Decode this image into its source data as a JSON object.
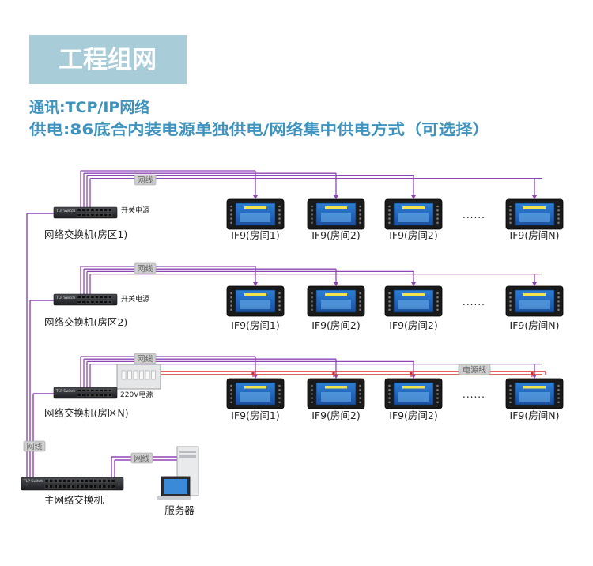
{
  "header": {
    "title": "工程组网",
    "line_comm": "通讯:TCP/IP网络",
    "line_power": "供电:86底合内装电源单独供电/网络集中供电方式（可选择）"
  },
  "labels": {
    "cable": "网线",
    "power_line": "电源线",
    "switch_power": "开关电源",
    "power_220": "220V电源",
    "switch_brand": "TLP Switch",
    "ellipsis": "......"
  },
  "zones": [
    {
      "switch_label": "网络交换机(房区1)",
      "devices": [
        "IF9(房间1)",
        "IF9(房间2)",
        "IF9(房间2)",
        "IF9(房间N)"
      ]
    },
    {
      "switch_label": "网络交换机(房区2)",
      "devices": [
        "IF9(房间1)",
        "IF9(房间2)",
        "IF9(房间2)",
        "IF9(房间N)"
      ]
    },
    {
      "switch_label": "网络交换机(房区N)",
      "devices": [
        "IF9(房间1)",
        "IF9(房间2)",
        "IF9(房间2)",
        "IF9(房间N)"
      ]
    }
  ],
  "main_switch": {
    "label": "主网络交换机"
  },
  "server": {
    "label": "服务器"
  },
  "colors": {
    "banner_bg": "#a9cdd8",
    "title_text": "#ffffff",
    "info_text": "#3f93bf",
    "cable": "#8e44b5",
    "power_line": "#d32f2f",
    "tag_bg": "#cfcfcf"
  }
}
